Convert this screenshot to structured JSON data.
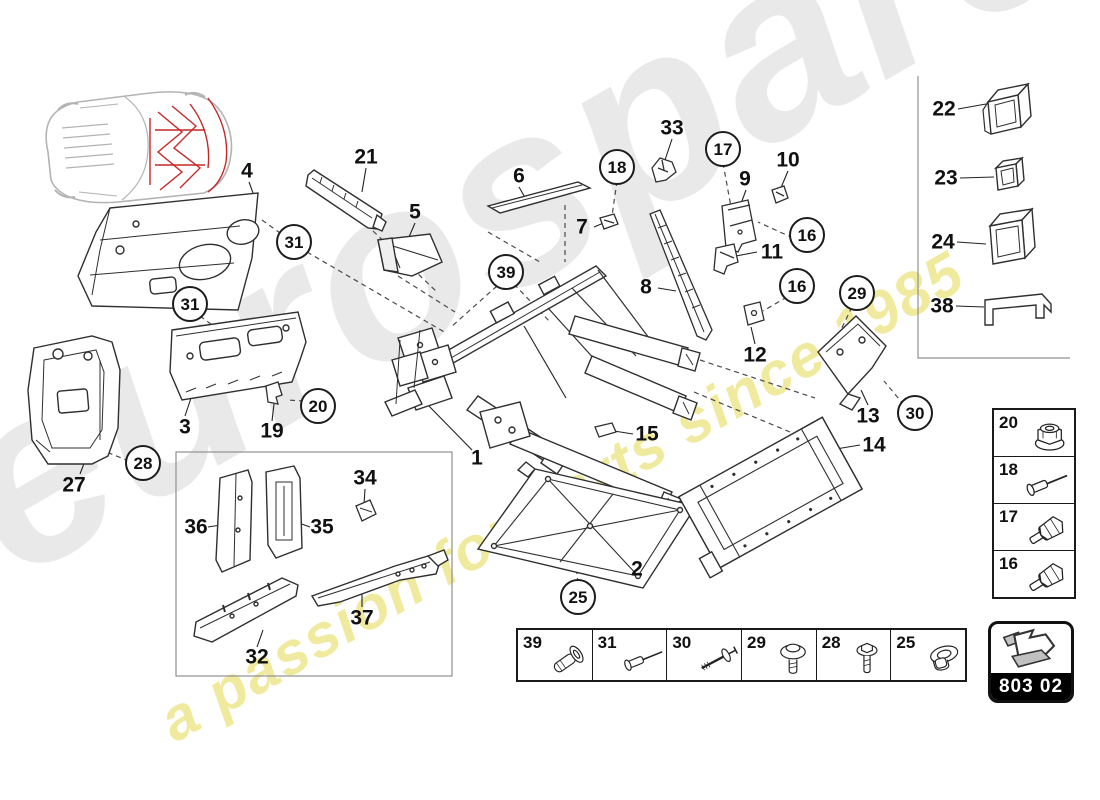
{
  "watermark": {
    "brand": "eurospares",
    "tagline": "a passion for parts since 1985",
    "brand_color": "#e9e9e9",
    "tagline_color": "#efe895"
  },
  "page_code": "803 02",
  "highlight_color": "#c62828",
  "labels": {
    "p1": "1",
    "p2": "2",
    "p3": "3",
    "p4": "4",
    "p5": "5",
    "p6": "6",
    "p7": "7",
    "p8": "8",
    "p9": "9",
    "p10": "10",
    "p11": "11",
    "p12": "12",
    "p13": "13",
    "p14": "14",
    "p15": "15",
    "p19": "19",
    "p21": "21",
    "p22": "22",
    "p23": "23",
    "p24": "24",
    "p27": "27",
    "p32": "32",
    "p33": "33",
    "p34": "34",
    "p35": "35",
    "p36": "36",
    "p37": "37",
    "p38": "38",
    "c16a": "16",
    "c16b": "16",
    "c17": "17",
    "c18": "18",
    "c20": "20",
    "c25": "25",
    "c28": "28",
    "c29": "29",
    "c30": "30",
    "c31a": "31",
    "c31b": "31",
    "c39": "39"
  },
  "right_table": {
    "rows": [
      {
        "num": "20",
        "icon": "flange-nut-icon"
      },
      {
        "num": "18",
        "icon": "blind-rivet-icon"
      },
      {
        "num": "17",
        "icon": "hex-bolt-icon"
      },
      {
        "num": "16",
        "icon": "hex-bolt-icon"
      }
    ]
  },
  "bottom_table": {
    "cells": [
      {
        "num": "39",
        "icon": "rivet-nut-icon"
      },
      {
        "num": "31",
        "icon": "blind-rivet-icon"
      },
      {
        "num": "30",
        "icon": "grooved-rivet-icon"
      },
      {
        "num": "29",
        "icon": "washer-bolt-icon"
      },
      {
        "num": "28",
        "icon": "washer-screw-icon"
      },
      {
        "num": "25",
        "icon": "flange-nut-icon"
      }
    ]
  }
}
